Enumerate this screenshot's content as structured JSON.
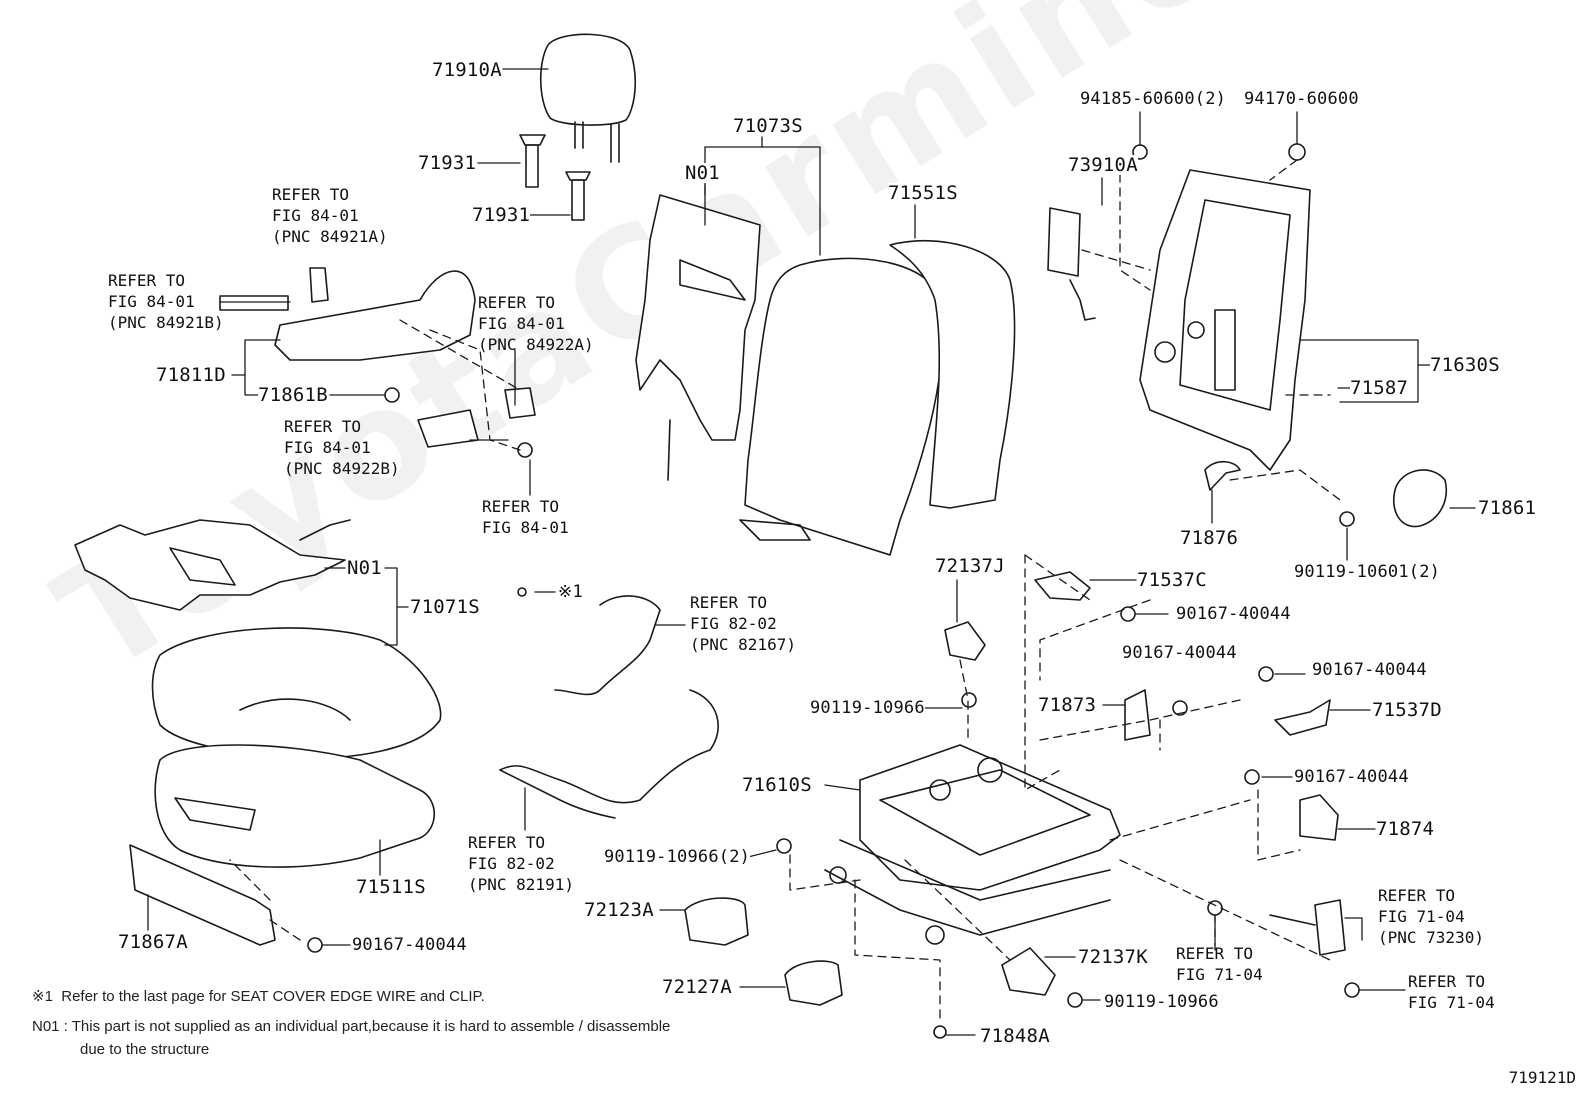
{
  "watermark": "ToyotaCarmine.ru",
  "diagram_id": "719121D",
  "labels": {
    "p71910A": "71910A",
    "p71931a": "71931",
    "p71931b": "71931",
    "p71073S": "71073S",
    "p71551S": "71551S",
    "n01top": "N01",
    "p73910A": "73910A",
    "p94185": "94185-60600(2)",
    "p94170": "94170-60600",
    "p71630S": "71630S",
    "p71587": "71587",
    "p71811D": "71811D",
    "p71861B": "71861B",
    "p71876": "71876",
    "p71861": "71861",
    "p90119_10601": "90119-10601(2)",
    "n01mid": "N01",
    "p71071S": "71071S",
    "p72137J": "72137J",
    "p71537C": "71537C",
    "p90167_a": "90167-40044",
    "p90167_b": "90167-40044",
    "p90167_c": "90167-40044",
    "p90167_d": "90167-40044",
    "p90167_e": "90167-40044",
    "p90119_10966a": "90119-10966",
    "p71873": "71873",
    "p71537D": "71537D",
    "p71610S": "71610S",
    "p71874": "71874",
    "p90119_10966_2": "90119-10966(2)",
    "p71511S": "71511S",
    "p72123A": "72123A",
    "p71867A": "71867A",
    "p72127A": "72127A",
    "p72137K": "72137K",
    "p90119_10966b": "90119-10966",
    "p71848A": "71848A",
    "mark1": "※1"
  },
  "refs": {
    "r1": "REFER TO\nFIG 84-01\n(PNC 84921A)",
    "r2": "REFER TO\nFIG 84-01\n(PNC 84921B)",
    "r3": "REFER TO\nFIG 84-01\n(PNC 84922A)",
    "r4": "REFER TO\nFIG 84-01\n(PNC 84922B)",
    "r5": "REFER TO\nFIG 84-01",
    "r6": "REFER TO\nFIG 82-02\n(PNC 82167)",
    "r7": "REFER TO\nFIG 82-02\n(PNC 82191)",
    "r8": "REFER TO\nFIG 71-04\n(PNC 73230)",
    "r9": "REFER TO\nFIG 71-04",
    "r10": "REFER TO\nFIG 71-04"
  },
  "notes": {
    "n1": "※1  Refer to the last page for SEAT COVER EDGE WIRE and CLIP.",
    "n2": "N01 : This part is not supplied as an individual part,because it is hard to assemble / disassemble",
    "n3": "due to the structure"
  }
}
